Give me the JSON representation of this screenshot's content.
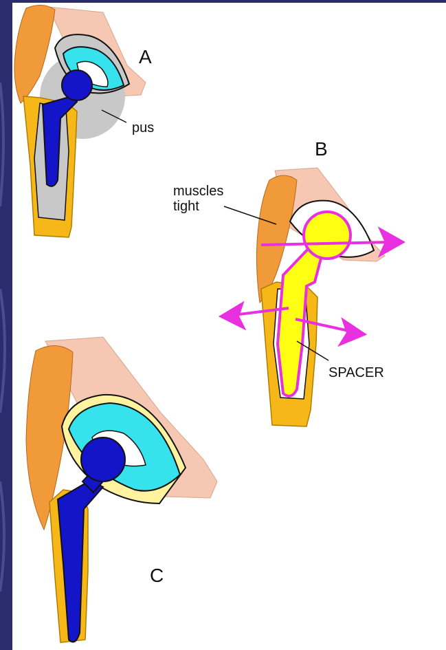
{
  "colors": {
    "frame": "#2a2c6e",
    "panel": "#ffffff",
    "muscle": "#f09a3a",
    "pelvis": "#f6c7b2",
    "bone": "#f6b818",
    "cup": "#36e2ec",
    "stem": "#1414c8",
    "pus": "#c8c8c8",
    "spacer": "#ffff14",
    "arrow": "#e830e0",
    "outline": "#111111"
  },
  "panels": {
    "A": {
      "letter": "A",
      "pus_label": "pus"
    },
    "B": {
      "letter": "B",
      "muscles_label_line1": "muscles",
      "muscles_label_line2": "tight",
      "spacer_label": "SPACER"
    },
    "C": {
      "letter": "C"
    }
  }
}
